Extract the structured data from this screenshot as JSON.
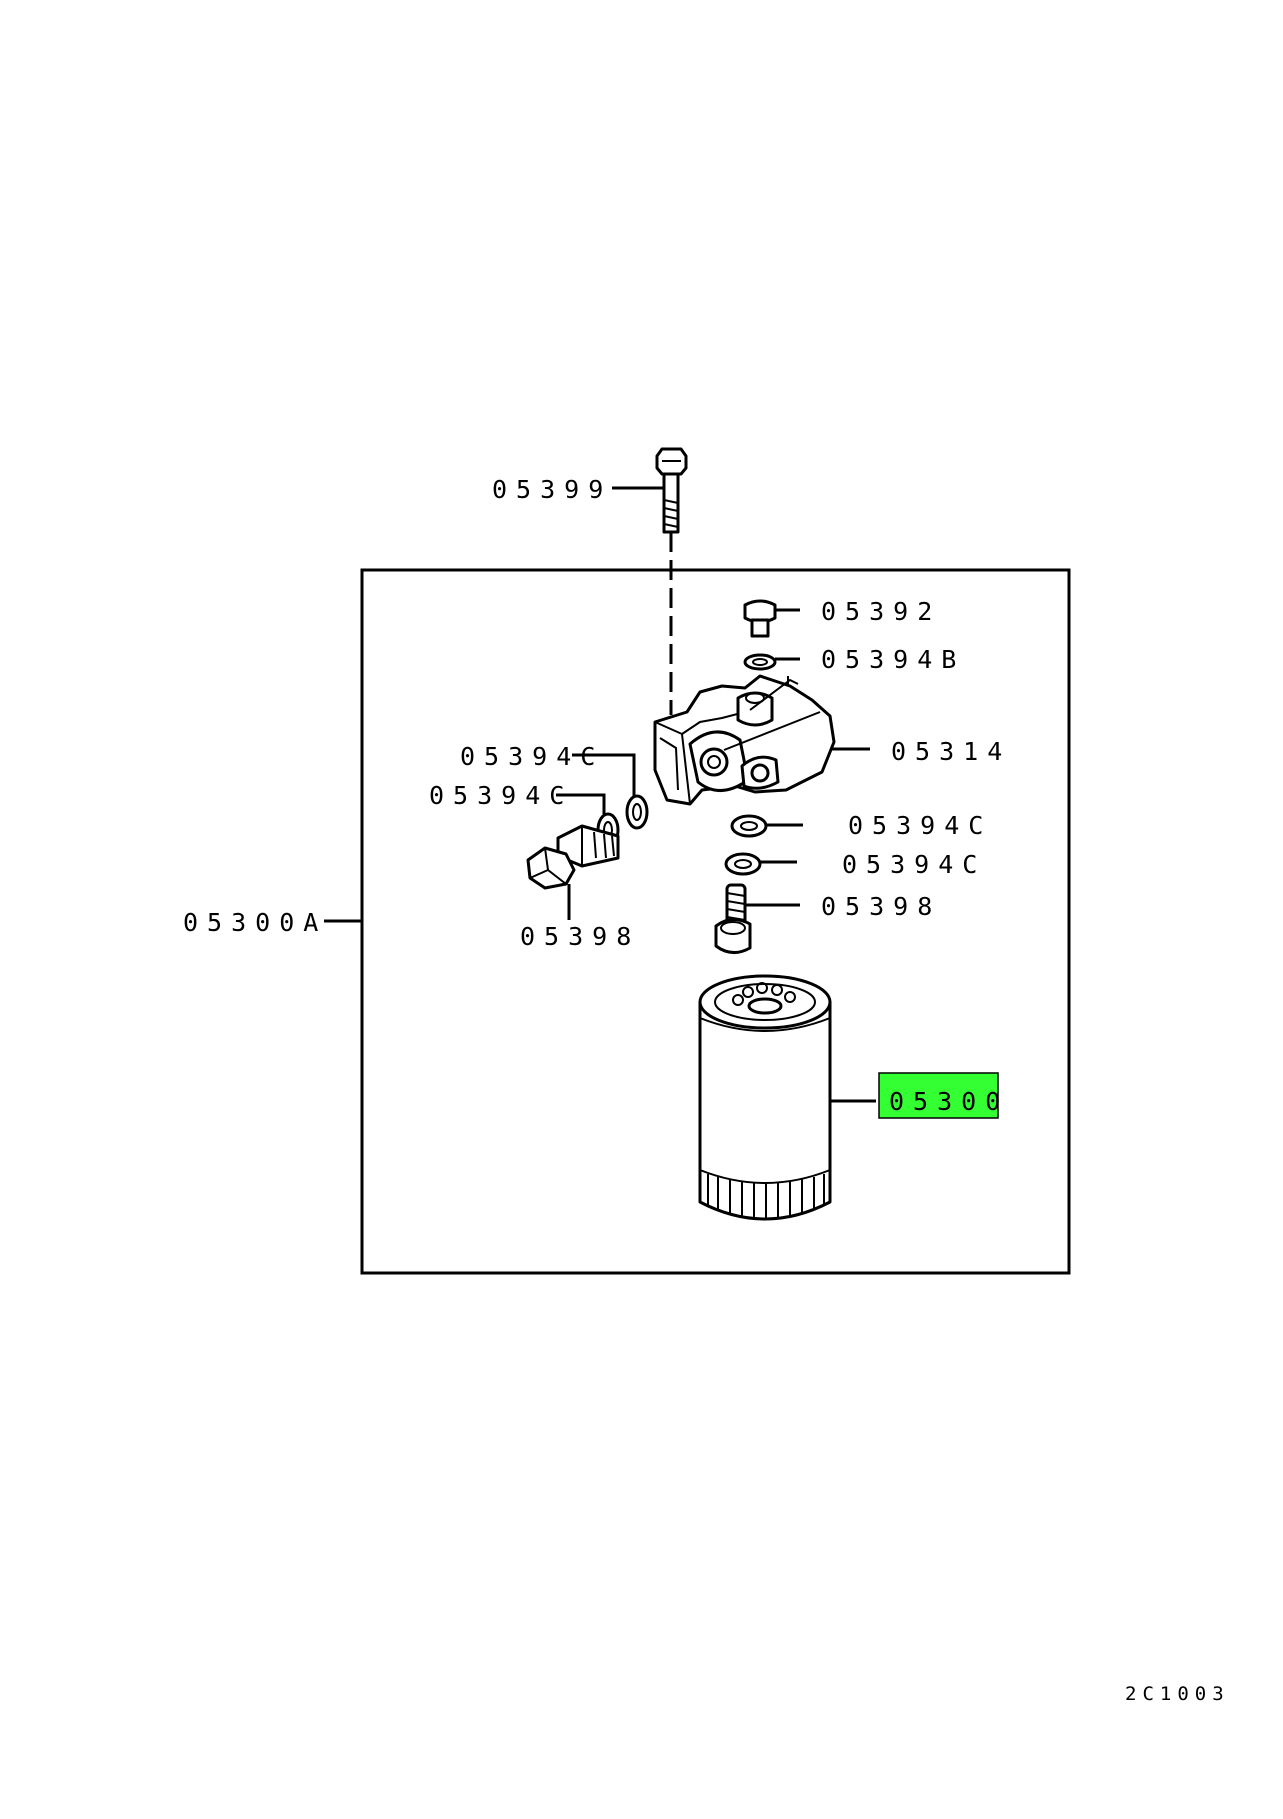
{
  "labels": {
    "bolt_top": "05399",
    "plug": "05392",
    "gasket_plug": "05394B",
    "head": "05314",
    "gasket_left_1": "05394C",
    "gasket_left_2": "05394C",
    "gasket_right_1": "05394C",
    "gasket_right_2": "05394C",
    "eyebolt_left": "05398",
    "eyebolt_right": "05398",
    "assembly": "05300A",
    "element": "05300"
  },
  "highlight_color": "#33ff33",
  "footer_code": "2C1003"
}
